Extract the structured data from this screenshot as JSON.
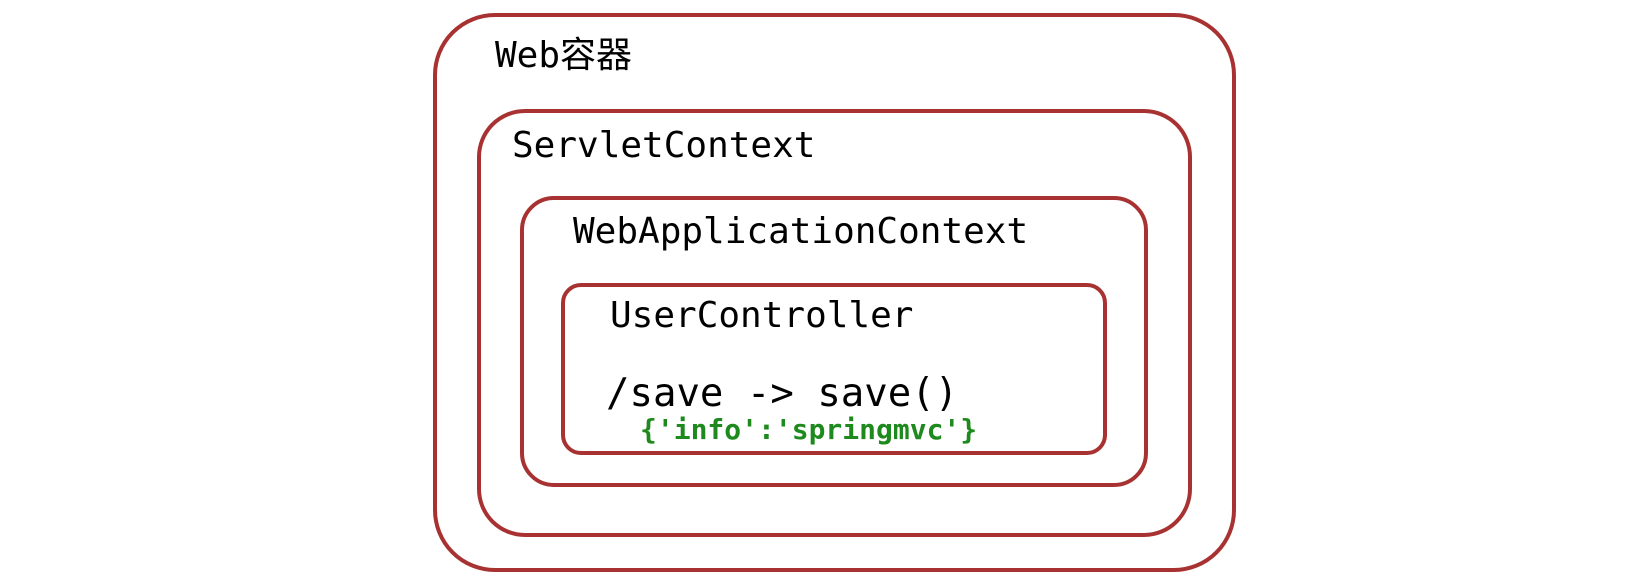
{
  "diagram": {
    "web_container": {
      "label": "Web容器"
    },
    "servlet_context": {
      "label": "ServletContext"
    },
    "webapp_context": {
      "label": "WebApplicationContext"
    },
    "user_controller": {
      "label": "UserController",
      "mapping": "/save -> save()",
      "response": "{'info':'springmvc'}"
    }
  },
  "colors": {
    "box_border": "#a83232",
    "response_text": "#1e8a1e"
  }
}
